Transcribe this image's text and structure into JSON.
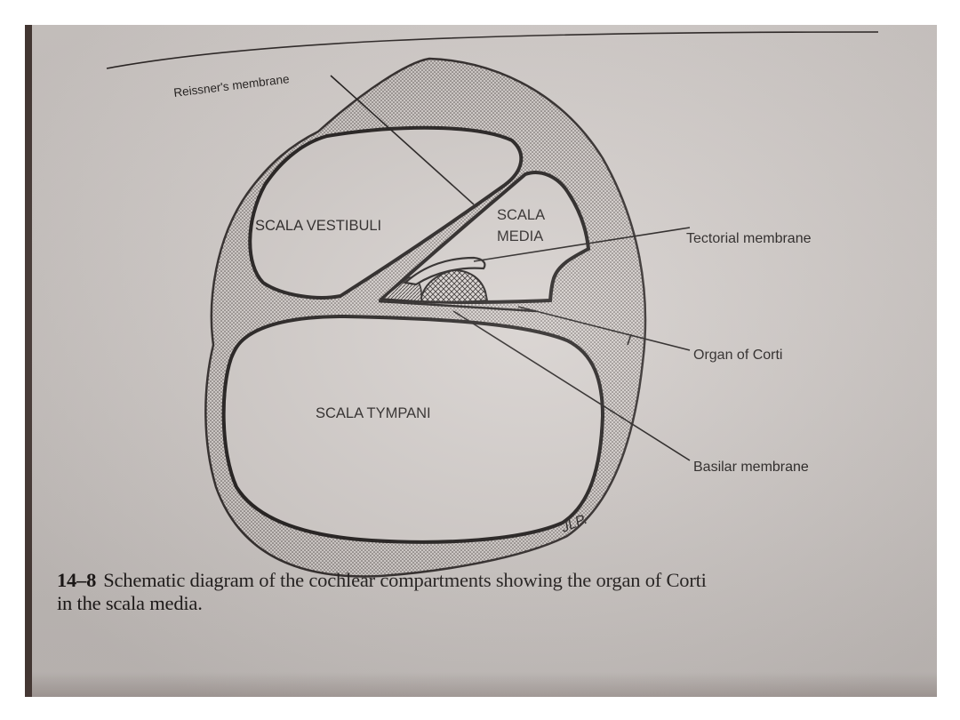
{
  "diagram": {
    "labels": {
      "reissners_membrane": "Reissner's membrane",
      "scala_vestibuli": "SCALA VESTIBULI",
      "scala_media_line1": "SCALA",
      "scala_media_line2": "MEDIA",
      "tectorial_membrane": "Tectorial membrane",
      "organ_of_corti": "Organ of Corti",
      "scala_tympani": "SCALA TYMPANI",
      "basilar_membrane": "Basilar membrane",
      "artist_initials": "JLP."
    }
  },
  "caption": {
    "number": "14–8",
    "line1": "Schematic diagram of the cochlear compartments showing the organ of Corti",
    "line2": "in the scala media."
  },
  "colors": {
    "paper": "#d3cdca",
    "ink": "#1e1a19"
  }
}
